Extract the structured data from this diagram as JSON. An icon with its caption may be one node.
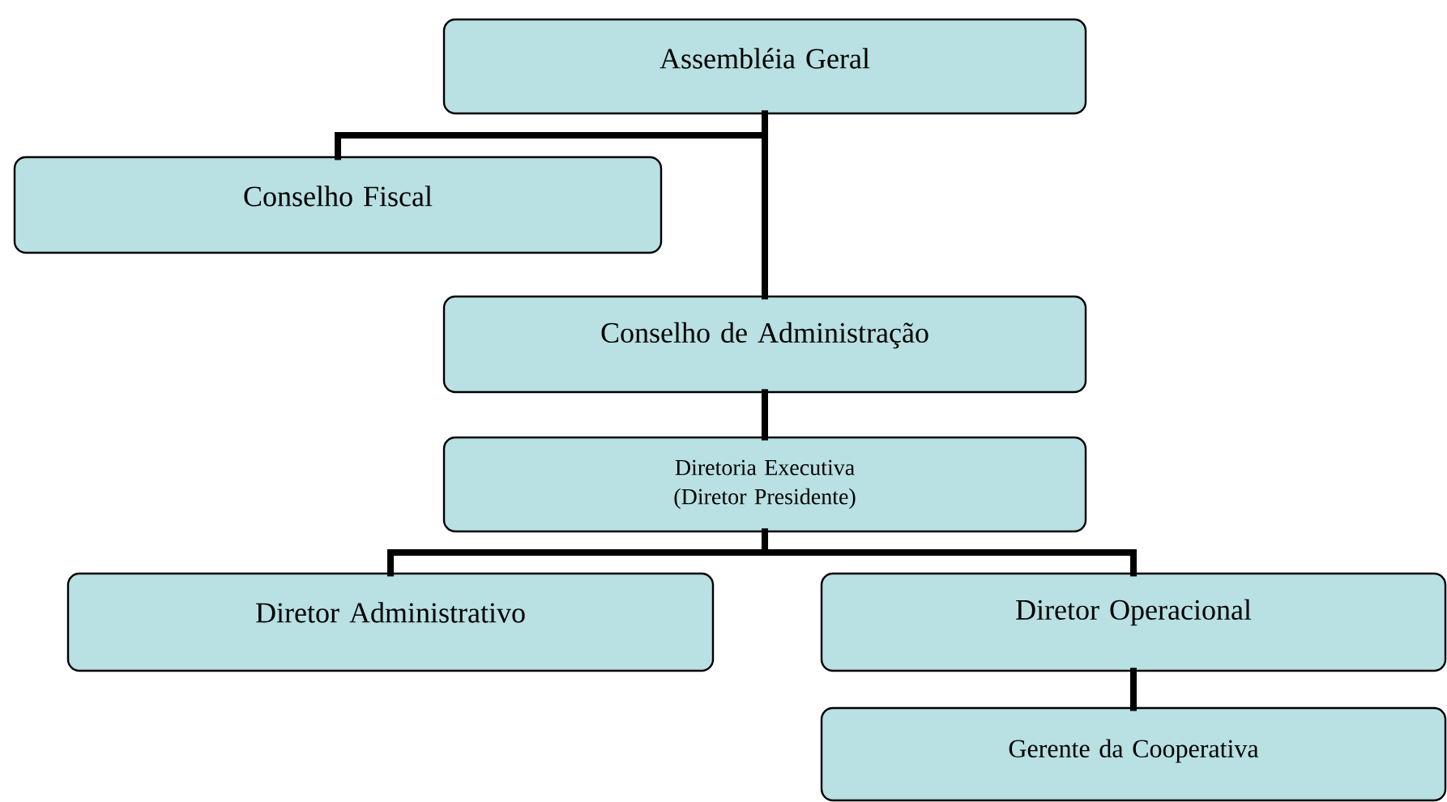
{
  "diagram": {
    "nodes": [
      {
        "text": [
          "Assembléia Geral"
        ]
      },
      {
        "text": [
          "Conselho Fiscal"
        ]
      },
      {
        "text": [
          "Conselho de Administração"
        ]
      },
      {
        "text": [
          "Diretoria Executiva (Diretor Presidente)"
        ]
      },
      {
        "text": [
          "Diretor Administrativo"
        ]
      },
      {
        "text": [
          "Diretor Operacional"
        ]
      },
      {
        "text": [
          "Gerente da Cooperativa"
        ]
      }
    ],
    "edges": [
      {
        "from": 0,
        "to": 1,
        "arrow": "none"
      },
      {
        "from": 0,
        "to": 2,
        "arrow": "none"
      },
      {
        "from": 2,
        "to": 3,
        "arrow": "none"
      },
      {
        "from": 3,
        "to": 4,
        "arrow": "none"
      },
      {
        "from": 3,
        "to": 5,
        "arrow": "none"
      },
      {
        "from": 5,
        "to": 6,
        "arrow": "none"
      }
    ]
  }
}
